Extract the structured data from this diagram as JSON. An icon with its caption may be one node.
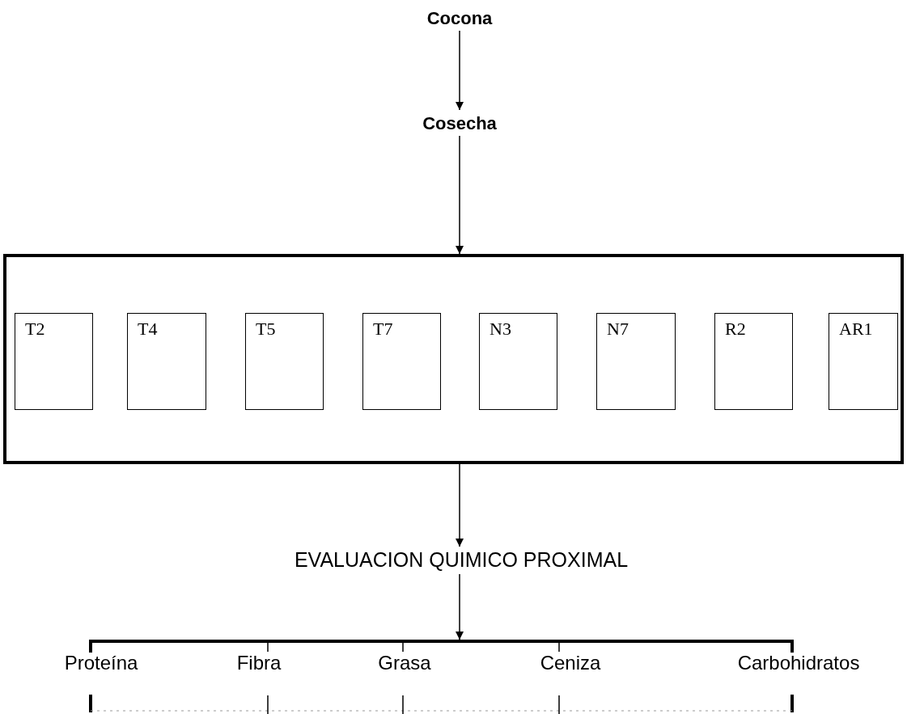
{
  "diagram": {
    "nodes": [
      {
        "text": [
          "Cocona"
        ]
      },
      {
        "text": [
          "Cosecha"
        ]
      },
      {
        "text": [],
        "shape": "box"
      },
      {
        "text": [
          "T2"
        ],
        "in": 2
      },
      {
        "text": [
          "T4"
        ],
        "in": 2
      },
      {
        "text": [
          "T5"
        ],
        "in": 2
      },
      {
        "text": [
          "T7"
        ],
        "in": 2
      },
      {
        "text": [
          "N3"
        ],
        "in": 2
      },
      {
        "text": [
          "N7"
        ],
        "in": 2
      },
      {
        "text": [
          "R2"
        ],
        "in": 2
      },
      {
        "text": [
          "AR1"
        ],
        "in": 2
      },
      {
        "text": [
          "EVALUACION QUIMICO PROXIMAL"
        ]
      },
      {
        "text": [],
        "shape": "bar"
      }
    ],
    "edges": [
      {
        "from": 0,
        "to": 1,
        "arrow": "to"
      },
      {
        "from": 1,
        "to": 2,
        "arrow": "to"
      },
      {
        "from": 2,
        "to": 11,
        "arrow": "to"
      },
      {
        "from": 11,
        "to": 12,
        "arrow": "to"
      }
    ],
    "labels": [
      "Proteína",
      "Fibra",
      "Grasa",
      "Ceniza",
      "Carbohidratos"
    ]
  }
}
